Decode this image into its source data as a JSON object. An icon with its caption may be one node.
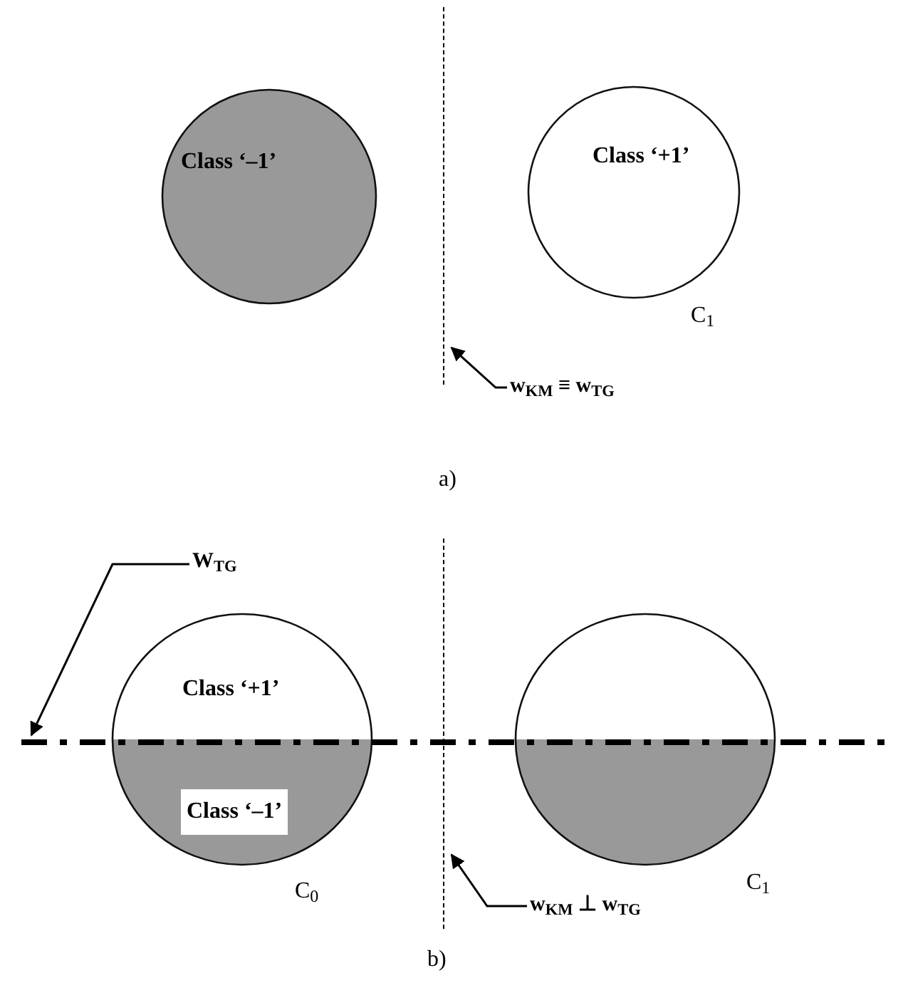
{
  "diagram": {
    "nodes": [
      {
        "text": [
          "Class ‘–1’"
        ]
      },
      {
        "text": [
          "Class ‘+1’"
        ],
        "beside": [
          "C$_{1}$"
        ]
      },
      {
        "text": [
          "w$_{KM}$ ≡ w$_{TG}$"
        ]
      },
      {
        "text": [],
        "shape": "line"
      },
      {
        "text": [
          "W$_{TG}$"
        ]
      },
      {
        "text": [],
        "shape": "line"
      },
      {
        "text": [
          "Class ‘+1’",
          "Class ‘–1’"
        ],
        "beside": [
          "C$_{0}$"
        ]
      },
      {
        "text": [],
        "shape": "circle",
        "beside": [
          "C$_{1}$"
        ]
      },
      {
        "text": [
          "w$_{KM}$ ⊥ w$_{TG}$"
        ]
      },
      {
        "text": [],
        "shape": "line"
      }
    ],
    "edges": [
      {
        "from": 2,
        "to": 3,
        "arrow": "to"
      },
      {
        "from": 4,
        "to": 5,
        "arrow": "to"
      },
      {
        "from": 8,
        "to": 9,
        "arrow": "to"
      }
    ],
    "labels": [
      "a)",
      "b)"
    ]
  }
}
